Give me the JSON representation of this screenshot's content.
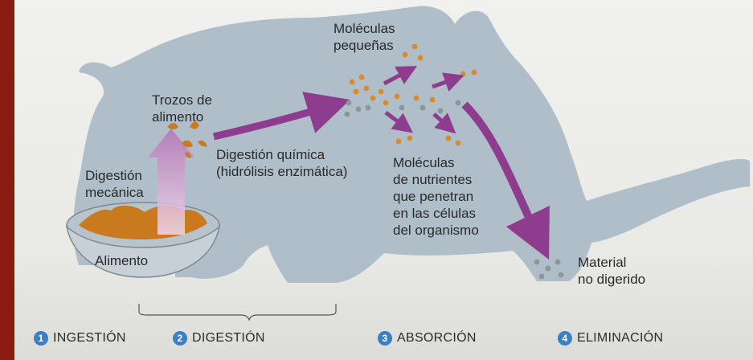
{
  "labels": {
    "moleculas_pequenas": [
      "Moléculas",
      "pequeñas"
    ],
    "trozos": [
      "Trozos de",
      "alimento"
    ],
    "digestion_quimica": [
      "Digestión química",
      "(hidrólisis enzimática)"
    ],
    "digestion_mecanica": [
      "Digestión",
      "mecánica"
    ],
    "nutrientes": [
      "Moléculas",
      "de nutrientes",
      "que penetran",
      "en las células",
      "del organismo"
    ],
    "alimento": "Alimento",
    "material": [
      "Material",
      "no digerido"
    ]
  },
  "steps": [
    {
      "num": "1",
      "label": "INGESTIÓN"
    },
    {
      "num": "2",
      "label": "DIGESTIÓN"
    },
    {
      "num": "3",
      "label": "ABSORCIÓN"
    },
    {
      "num": "4",
      "label": "ELIMINACIÓN"
    }
  ],
  "colors": {
    "cat": "#a9bac5",
    "arrow": "#8e3d8e",
    "food": "#c97a1e",
    "molecule_orange": "#d98a2a",
    "molecule_gray": "#8a959c",
    "step_badge": "#3d7fc4"
  }
}
